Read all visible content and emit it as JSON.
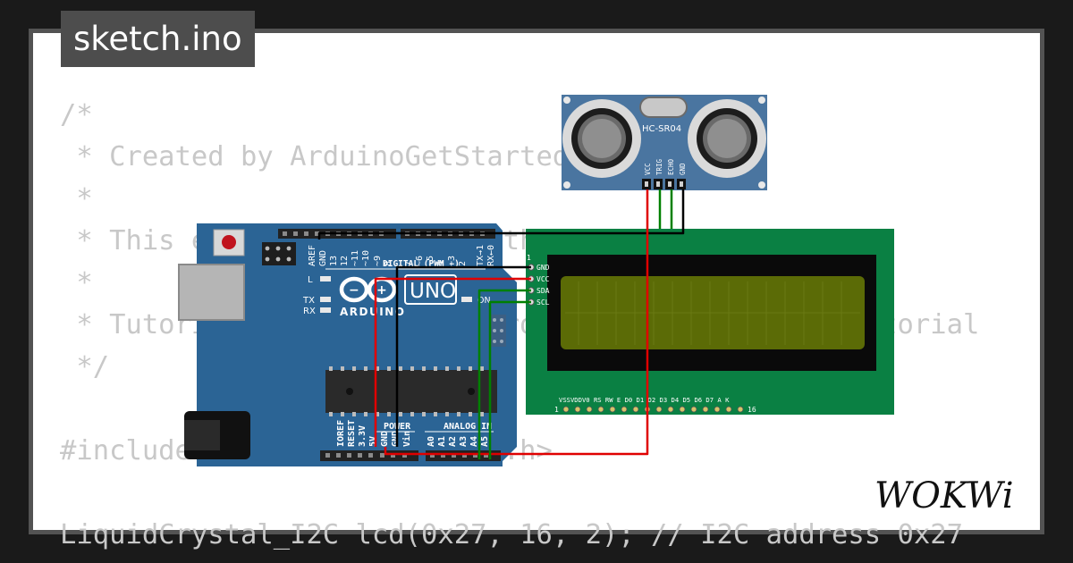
{
  "title": "sketch.ino",
  "code_lines": [
    "/*",
    " * Created by ArduinoGetStarted.com",
    " *",
    " * This example code is in the public domain",
    " *",
    " * Tutorial page: https://arduinogetstarted.com/tutorial",
    " */",
    "",
    "#include <LiquidCrystal_I2C.h>",
    "",
    "LiquidCrystal_I2C lcd(0x27, 16, 2); // I2C address 0x27"
  ],
  "sensor": {
    "label": "HC-SR04",
    "pins": [
      "VCC",
      "TRIG",
      "ECHO",
      "GND"
    ]
  },
  "arduino": {
    "brand": "ARDUINO",
    "model": "UNO",
    "digital_label": "DIGITAL (PWM ~)",
    "digital_pins": [
      "AREF",
      "GND",
      "13",
      "12",
      "~11",
      "~10",
      "~9",
      "8",
      "7",
      "~6",
      "~5",
      "4",
      "~3",
      "2",
      "TX→1",
      "RX←0"
    ],
    "power_label": "POWER",
    "analog_label": "ANALOG IN",
    "power_pins": [
      "IOREF",
      "RESET",
      "3.3V",
      "5V",
      "GND",
      "GND",
      "Vin"
    ],
    "analog_pins": [
      "A0",
      "A1",
      "A2",
      "A3",
      "A4",
      "A5"
    ],
    "led_l": "L",
    "led_tx": "TX",
    "led_rx": "RX",
    "led_on": "ON"
  },
  "lcd": {
    "i2c_pins": [
      "GND",
      "VCC",
      "SDA",
      "SCL"
    ],
    "pin_one": "1",
    "bottom_labels": "VSSVDDV0 RS RW E D0 D1 D2 D3 D4 D5 D6 D7 A K",
    "pin_first": "1",
    "pin_last": "16"
  },
  "logo": "WOKWi",
  "colors": {
    "board_blue": "#2b6495",
    "lcd_green": "#0a8043",
    "lcd_screen": "#5b6b06",
    "sensor_blue": "#4a75a0",
    "wire_red": "#e00000",
    "wire_green": "#008000",
    "wire_black": "#000000"
  }
}
